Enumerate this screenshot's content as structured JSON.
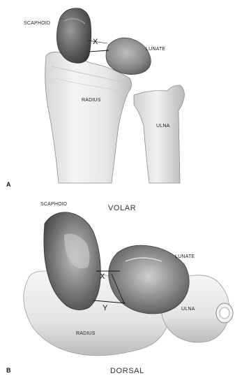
{
  "panel_a": {
    "letter": "A",
    "labels": {
      "scaphoid": "SCAPHOID",
      "lunate": "LUNATE",
      "radius": "RADIUS",
      "ulna": "ULNA",
      "x": "X"
    }
  },
  "panel_b": {
    "letter": "B",
    "top_orientation": "VOLAR",
    "bottom_orientation": "DORSAL",
    "labels": {
      "scaphoid": "SCAPHOID",
      "lunate": "LUNATE",
      "radius": "RADIUS",
      "ulna": "ULNA",
      "x": "X",
      "y": "Y"
    }
  }
}
